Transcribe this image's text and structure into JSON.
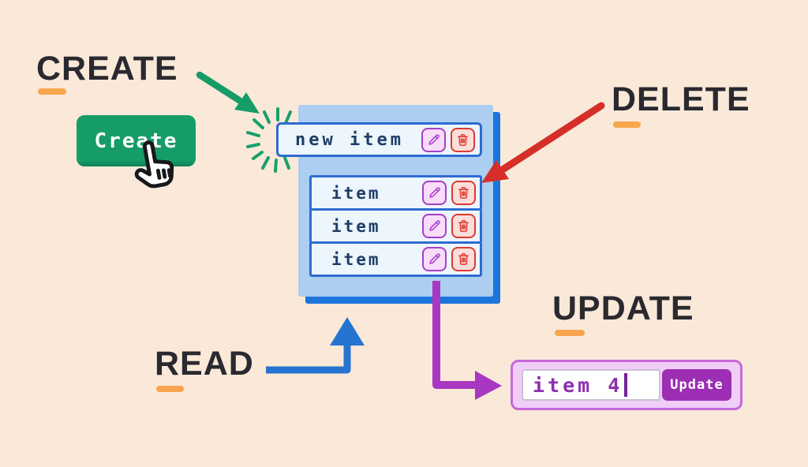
{
  "labels": {
    "create": "CREATE",
    "delete": "DELETE",
    "read": "READ",
    "update": "UPDATE"
  },
  "create_button": {
    "label": "Create"
  },
  "list": {
    "new_item": {
      "text": "new item"
    },
    "items": [
      {
        "text": "item"
      },
      {
        "text": "item"
      },
      {
        "text": "item"
      }
    ]
  },
  "update_widget": {
    "input_value": "item 4",
    "button_label": "Update"
  },
  "icons": {
    "row_edit": "pencil-icon",
    "row_delete": "trash-icon",
    "pointer": "hand-cursor-icon"
  },
  "colors": {
    "background": "#fae9d8",
    "heading_text": "#2a2930",
    "underline_orange": "#f9a54e",
    "green": "#169c67",
    "green_dark": "#0e8256",
    "burst_green": "#18a06c",
    "panel_blue": "#abcef1",
    "panel_shadow_blue": "#1d75dc",
    "row_bg": "#edf5fd",
    "row_border": "#2d6cd0",
    "navy_text": "#1d3e66",
    "red": "#d62e28",
    "trash_red": "#de3a30",
    "trash_bg": "#fbdeda",
    "pencil_purple": "#a63fc7",
    "pencil_bg": "#f8dcfa",
    "arrow_purple": "#a837c1",
    "update_panel_bg": "#f0cef7",
    "update_panel_border": "#c668da",
    "update_button_bg": "#9c2eb3",
    "input_text": "#8e2fae",
    "caret": "#76209a",
    "blue": "#2574d0",
    "input_border": "#cabfd4",
    "button_text": "#ffffff"
  }
}
